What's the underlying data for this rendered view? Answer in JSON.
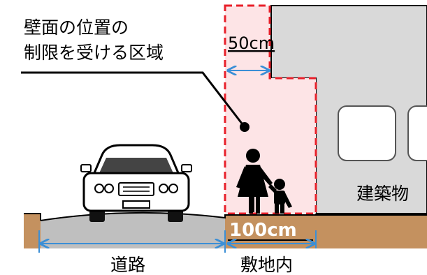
{
  "callout": {
    "line1": "壁面の位置の",
    "line2": "制限を受ける区域"
  },
  "setback_small": "50cm",
  "setback_large": "100cm",
  "building_label": "建築物",
  "road_label": "道路",
  "site_label": "敷地内",
  "colors": {
    "zone_fill": "#fde4e6",
    "zone_border": "#e8202a",
    "building": "#d9d9d9",
    "ground": "#c4915f",
    "road": "#bfbfbf",
    "arrow": "#3b8fd6"
  }
}
